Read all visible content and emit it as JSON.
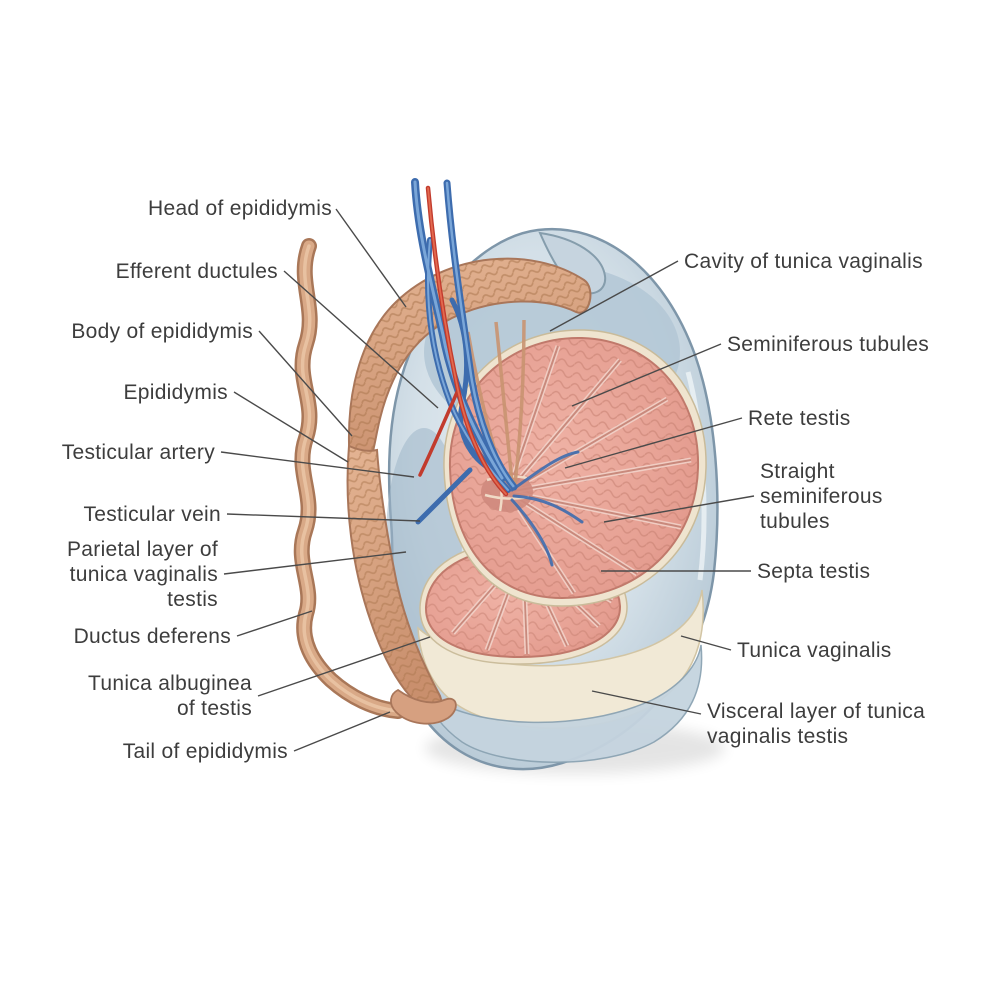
{
  "diagram": {
    "labels_left": [
      {
        "text": "Head of epididymis"
      },
      {
        "text": "Efferent ductules"
      },
      {
        "text": "Body of epididymis"
      },
      {
        "text": "Epididymis"
      },
      {
        "text": "Testicular artery"
      },
      {
        "text": "Testicular vein"
      },
      {
        "text": "Parietal layer of\ntunica vaginalis\ntestis"
      },
      {
        "text": "Ductus deferens"
      },
      {
        "text": "Tunica albuginea\nof testis"
      },
      {
        "text": "Tail of epididymis"
      }
    ],
    "labels_right": [
      {
        "text": "Cavity of tunica vaginalis"
      },
      {
        "text": "Seminiferous tubules"
      },
      {
        "text": "Rete testis"
      },
      {
        "text": "Straight\nseminiferous\ntubules"
      },
      {
        "text": "Septa testis"
      },
      {
        "text": "Tunica vaginalis"
      },
      {
        "text": "Visceral layer of tunica\nvaginalis testis"
      }
    ],
    "colors": {
      "background": "#ffffff",
      "label_text": "#3d3d3d",
      "leader_line": "#4a4a4a",
      "tunica_shell": "#bccdd9",
      "testis_pink": "#e59e91",
      "epididymis_tan": "#d9a585",
      "vein_blue": "#3d6cae",
      "artery_red": "#c23b2d",
      "albuginea_cream": "#f1e9d6"
    }
  }
}
